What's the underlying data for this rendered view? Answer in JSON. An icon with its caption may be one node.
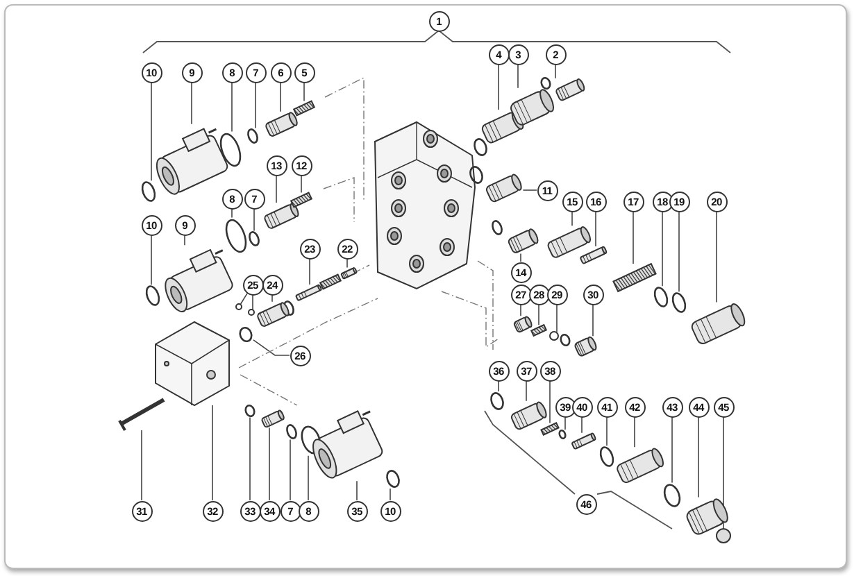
{
  "diagram": {
    "nodes": [
      {
        "text": [
          "1"
        ]
      },
      {
        "text": [
          "10"
        ]
      },
      {
        "text": [
          "9"
        ]
      },
      {
        "text": [
          "8"
        ]
      },
      {
        "text": [
          "7"
        ]
      },
      {
        "text": [
          "6"
        ]
      },
      {
        "text": [
          "5"
        ]
      },
      {
        "text": [
          "4"
        ]
      },
      {
        "text": [
          "3"
        ]
      },
      {
        "text": [
          "2"
        ]
      },
      {
        "text": [
          "13"
        ]
      },
      {
        "text": [
          "12"
        ]
      },
      {
        "text": [
          "11"
        ]
      },
      {
        "text": [
          "8"
        ]
      },
      {
        "text": [
          "7"
        ]
      },
      {
        "text": [
          "15"
        ]
      },
      {
        "text": [
          "16"
        ]
      },
      {
        "text": [
          "17"
        ]
      },
      {
        "text": [
          "18"
        ]
      },
      {
        "text": [
          "19"
        ]
      },
      {
        "text": [
          "20"
        ]
      },
      {
        "text": [
          "10"
        ]
      },
      {
        "text": [
          "9"
        ]
      },
      {
        "text": [
          "23"
        ]
      },
      {
        "text": [
          "22"
        ]
      },
      {
        "text": [
          "14"
        ]
      },
      {
        "text": [
          "25"
        ]
      },
      {
        "text": [
          "24"
        ]
      },
      {
        "text": [
          "27"
        ]
      },
      {
        "text": [
          "28"
        ]
      },
      {
        "text": [
          "29"
        ]
      },
      {
        "text": [
          "30"
        ]
      },
      {
        "text": [
          "26"
        ]
      },
      {
        "text": [
          "36"
        ]
      },
      {
        "text": [
          "37"
        ]
      },
      {
        "text": [
          "38"
        ]
      },
      {
        "text": [
          "39"
        ]
      },
      {
        "text": [
          "40"
        ]
      },
      {
        "text": [
          "41"
        ]
      },
      {
        "text": [
          "42"
        ]
      },
      {
        "text": [
          "43"
        ]
      },
      {
        "text": [
          "44"
        ]
      },
      {
        "text": [
          "45"
        ]
      },
      {
        "text": [
          "46"
        ]
      },
      {
        "text": [
          "31"
        ]
      },
      {
        "text": [
          "32"
        ]
      },
      {
        "text": [
          "33"
        ]
      },
      {
        "text": [
          "34"
        ]
      },
      {
        "text": [
          "7"
        ]
      },
      {
        "text": [
          "8"
        ]
      },
      {
        "text": [
          "35"
        ]
      },
      {
        "text": [
          "10"
        ]
      },
      {
        "text": [],
        "shape": "ring"
      },
      {
        "text": [],
        "shape": "coil"
      },
      {
        "text": [],
        "shape": "ring"
      },
      {
        "text": [],
        "shape": "ring"
      },
      {
        "text": [],
        "shape": "cylinder"
      },
      {
        "text": [],
        "shape": "spring"
      },
      {
        "text": [],
        "shape": "cylinder"
      },
      {
        "text": [],
        "shape": "cylinder"
      },
      {
        "text": [],
        "shape": "cylinder"
      },
      {
        "text": [],
        "shape": "cylinder"
      },
      {
        "text": [],
        "shape": "spring"
      },
      {
        "text": [],
        "shape": "cylinder"
      },
      {
        "text": [],
        "shape": "ring"
      },
      {
        "text": [],
        "shape": "ring"
      },
      {
        "text": [],
        "shape": "cylinder"
      },
      {
        "text": [],
        "shape": "cylinder"
      },
      {
        "text": [],
        "shape": "spring"
      },
      {
        "text": [],
        "shape": "ring"
      },
      {
        "text": [],
        "shape": "ring"
      },
      {
        "text": [],
        "shape": "cylinder"
      },
      {
        "text": [],
        "shape": "ring"
      },
      {
        "text": [],
        "shape": "coil"
      },
      {
        "text": [],
        "shape": "cylinder"
      },
      {
        "text": [],
        "shape": "cylinder"
      },
      {
        "text": [],
        "shape": "cylinder"
      },
      {
        "text": [],
        "shape": "ball"
      },
      {
        "text": [],
        "shape": "ball"
      },
      {
        "text": [],
        "shape": "cylinder"
      },
      {
        "text": [],
        "shape": "cylinder"
      },
      {
        "text": [],
        "shape": "spring"
      },
      {
        "text": [],
        "shape": "ball"
      },
      {
        "text": [],
        "shape": "cylinder"
      },
      {
        "text": [],
        "shape": "ring"
      },
      {
        "text": [],
        "shape": "ring"
      },
      {
        "text": [],
        "shape": "cylinder"
      },
      {
        "text": [],
        "shape": "spring"
      },
      {
        "text": [],
        "shape": "ring"
      },
      {
        "text": [],
        "shape": "cylinder"
      },
      {
        "text": [],
        "shape": "ring"
      },
      {
        "text": [],
        "shape": "cylinder"
      },
      {
        "text": [],
        "shape": "ring"
      },
      {
        "text": [],
        "shape": "cylinder"
      },
      {
        "text": [],
        "shape": "ball"
      },
      {
        "text": [],
        "shape": "bolt"
      },
      {
        "text": [],
        "shape": "box"
      },
      {
        "text": [],
        "shape": "ring"
      },
      {
        "text": [],
        "shape": "cylinder"
      },
      {
        "text": [],
        "shape": "ring"
      },
      {
        "text": [],
        "shape": "ring"
      },
      {
        "text": [],
        "shape": "coil"
      },
      {
        "text": [],
        "shape": "ring"
      },
      {
        "text": [],
        "shape": "spring"
      }
    ],
    "edges": [
      {
        "from": 1,
        "to": 52,
        "arrow": "none"
      },
      {
        "from": 2,
        "to": 53,
        "arrow": "none"
      },
      {
        "from": 3,
        "to": 54,
        "arrow": "none"
      },
      {
        "from": 4,
        "to": 55,
        "arrow": "none"
      },
      {
        "from": 5,
        "to": 56,
        "arrow": "none"
      },
      {
        "from": 6,
        "to": 57,
        "arrow": "none"
      },
      {
        "from": 7,
        "to": 58,
        "arrow": "none"
      },
      {
        "from": 8,
        "to": 59,
        "arrow": "none"
      },
      {
        "from": 9,
        "to": 60,
        "arrow": "none"
      },
      {
        "from": 10,
        "to": 61,
        "arrow": "none"
      },
      {
        "from": 11,
        "to": 62,
        "arrow": "none"
      },
      {
        "from": 12,
        "to": 63,
        "arrow": "none"
      },
      {
        "from": 13,
        "to": 64,
        "arrow": "none"
      },
      {
        "from": 14,
        "to": 65,
        "arrow": "none"
      },
      {
        "from": 15,
        "to": 66,
        "arrow": "none"
      },
      {
        "from": 16,
        "to": 67,
        "arrow": "none"
      },
      {
        "from": 17,
        "to": 68,
        "arrow": "none"
      },
      {
        "from": 18,
        "to": 69,
        "arrow": "none"
      },
      {
        "from": 19,
        "to": 70,
        "arrow": "none"
      },
      {
        "from": 20,
        "to": 71,
        "arrow": "none"
      },
      {
        "from": 21,
        "to": 72,
        "arrow": "none"
      },
      {
        "from": 22,
        "to": 73,
        "arrow": "none"
      },
      {
        "from": 23,
        "to": 74,
        "arrow": "none"
      },
      {
        "from": 24,
        "to": 75,
        "arrow": "none"
      },
      {
        "from": 25,
        "to": 76,
        "arrow": "none"
      },
      {
        "from": 26,
        "to": 77,
        "arrow": "none"
      },
      {
        "from": 26,
        "to": 78,
        "arrow": "none"
      },
      {
        "from": 27,
        "to": 79,
        "arrow": "none"
      },
      {
        "from": 28,
        "to": 80,
        "arrow": "none"
      },
      {
        "from": 29,
        "to": 81,
        "arrow": "none"
      },
      {
        "from": 30,
        "to": 82,
        "arrow": "none"
      },
      {
        "from": 31,
        "to": 83,
        "arrow": "none"
      },
      {
        "from": 32,
        "to": 84,
        "arrow": "none"
      },
      {
        "from": 33,
        "to": 85,
        "arrow": "none"
      },
      {
        "from": 34,
        "to": 86,
        "arrow": "none"
      },
      {
        "from": 35,
        "to": 87,
        "arrow": "none"
      },
      {
        "from": 36,
        "to": 88,
        "arrow": "none"
      },
      {
        "from": 37,
        "to": 89,
        "arrow": "none"
      },
      {
        "from": 38,
        "to": 90,
        "arrow": "none"
      },
      {
        "from": 39,
        "to": 91,
        "arrow": "none"
      },
      {
        "from": 40,
        "to": 92,
        "arrow": "none"
      },
      {
        "from": 41,
        "to": 93,
        "arrow": "none"
      },
      {
        "from": 42,
        "to": 94,
        "arrow": "none"
      },
      {
        "from": 44,
        "to": 95,
        "arrow": "none"
      },
      {
        "from": 45,
        "to": 96,
        "arrow": "none"
      },
      {
        "from": 46,
        "to": 97,
        "arrow": "none"
      },
      {
        "from": 47,
        "to": 98,
        "arrow": "none"
      },
      {
        "from": 48,
        "to": 99,
        "arrow": "none"
      },
      {
        "from": 49,
        "to": 100,
        "arrow": "none"
      },
      {
        "from": 50,
        "to": 101,
        "arrow": "none"
      },
      {
        "from": 51,
        "to": 102,
        "arrow": "none"
      }
    ]
  }
}
